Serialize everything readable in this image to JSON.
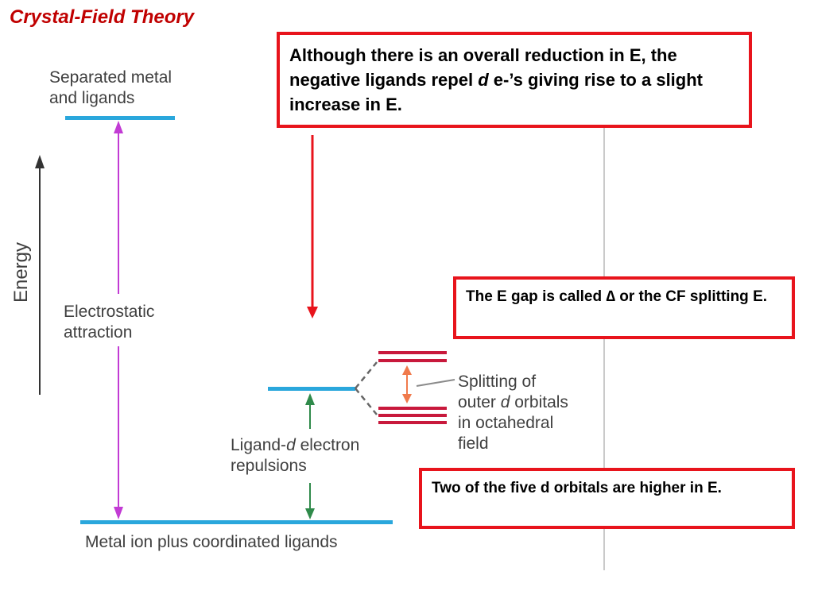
{
  "title": "Crystal-Field Theory",
  "callouts": {
    "reduction": {
      "part1": "Although there is an overall reduction in E, the negative ligands repel ",
      "italic": "d",
      "part2": " e-’s giving rise to a slight increase in E."
    },
    "gap": {
      "part1": "The E gap is called ",
      "symbol": "∆",
      "part2": " or the CF splitting E."
    },
    "higher": {
      "text": "Two of the five d orbitals are higher in E."
    }
  },
  "diagram": {
    "top_level_label_line1": "Separated metal",
    "top_level_label_line2": "and ligands",
    "axis_label": "Energy",
    "attraction_line1": "Electrostatic",
    "attraction_line2": "attraction",
    "repulsion_line1_a": "Ligand-",
    "repulsion_line1_italic": "d",
    "repulsion_line1_b": " electron",
    "repulsion_line2": "repulsions",
    "splitting_line1": "Splitting of",
    "splitting_line2_a": "outer ",
    "splitting_line2_italic": "d",
    "splitting_line2_b": " orbitals",
    "splitting_line3": "in octahedral",
    "splitting_line4": "field",
    "bottom_label": "Metal ion plus coordinated ligands"
  },
  "colors": {
    "title": "#c00000",
    "callout_border": "#e8141c",
    "level_blue": "#2aa7dc",
    "magenta_arrow": "#c23bd4",
    "green_arrow": "#2f8a4a",
    "orbital_red": "#c8193c",
    "splitting_arrow": "#f07a4c"
  }
}
